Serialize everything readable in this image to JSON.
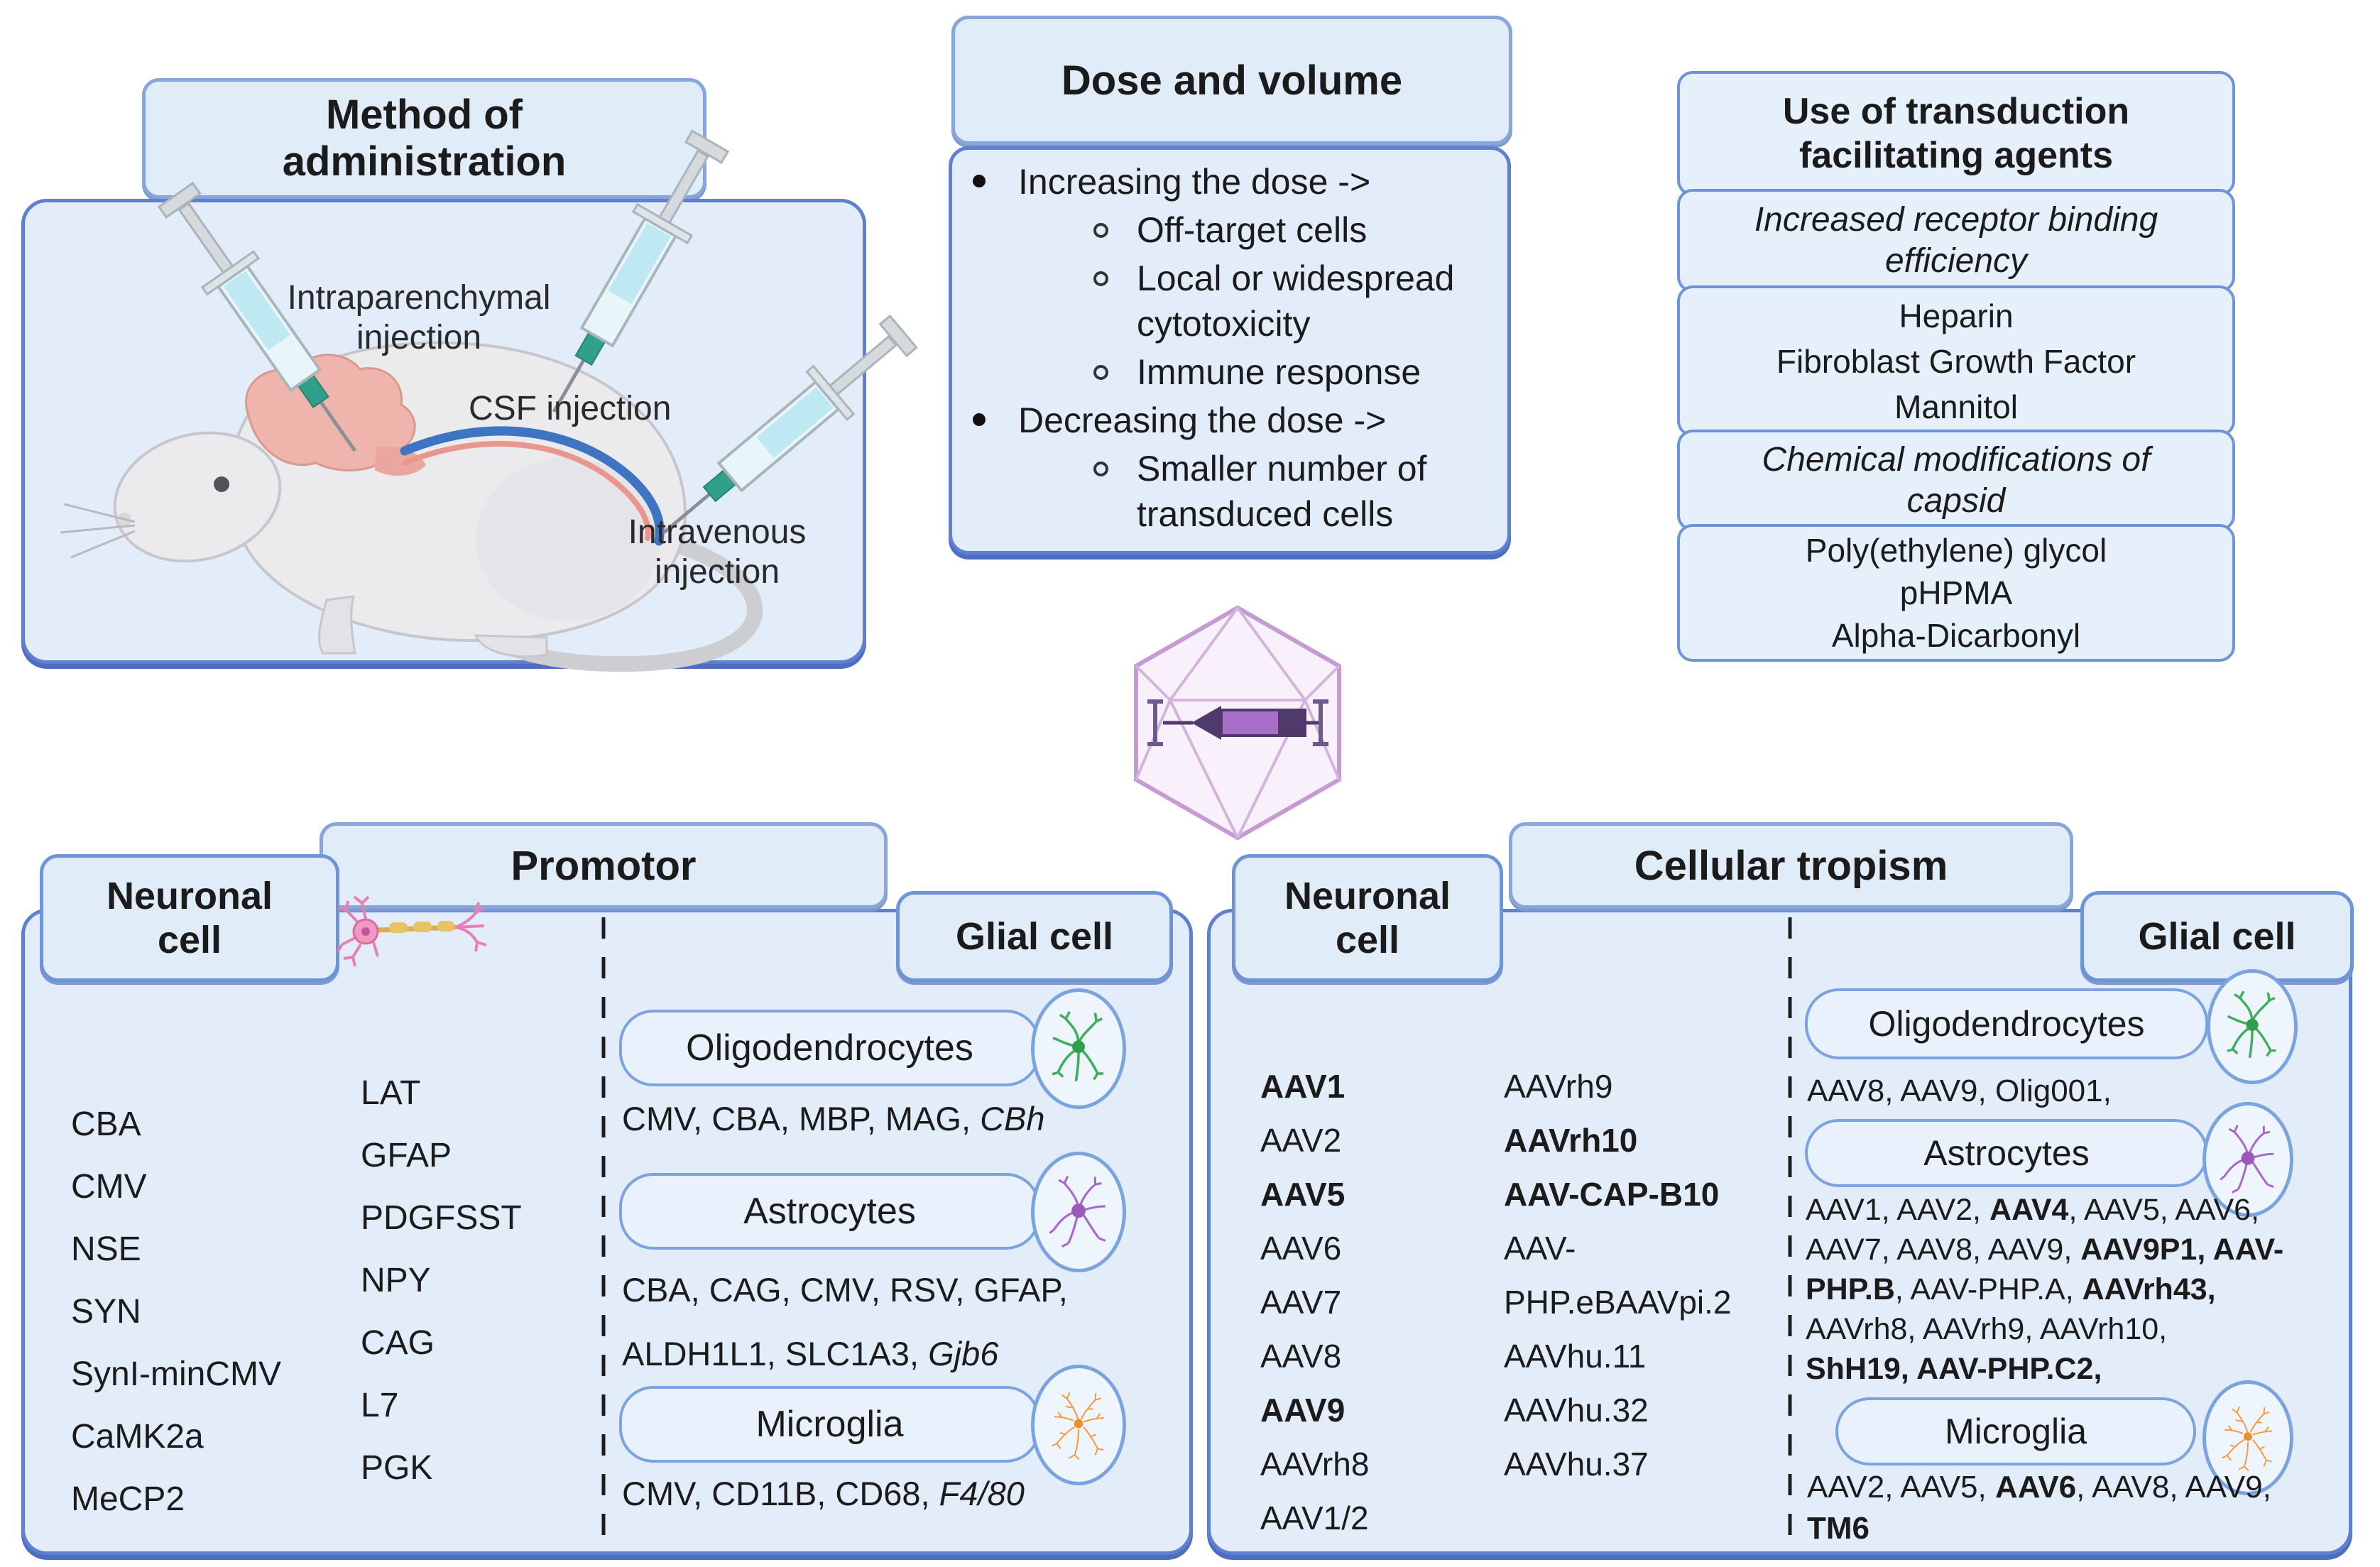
{
  "method_panel": {
    "title": "Method of\nadministration",
    "labels": {
      "intraparenchymal": "Intraparenchymal\ninjection",
      "csf": "CSF injection",
      "intravenous": "Intravenous\ninjection"
    }
  },
  "dose_panel": {
    "title": "Dose and volume",
    "bullets": [
      {
        "text": "Increasing the dose ->",
        "subs": [
          "Off-target cells",
          "Local or widespread cytotoxicity",
          "Immune response"
        ]
      },
      {
        "text": "Decreasing the dose ->",
        "subs": [
          "Smaller number of transduced cells"
        ]
      }
    ]
  },
  "agents_panel": {
    "title": "Use of transduction\nfacilitating agents",
    "sections": [
      {
        "header": "Increased receptor binding\nefficiency",
        "items": [
          "Heparin",
          "Fibroblast Growth Factor",
          "Mannitol"
        ]
      },
      {
        "header": "Chemical modifications of\ncapsid",
        "items": [
          "Poly(ethylene) glycol",
          "pHPMA",
          "Alpha-Dicarbonyl"
        ]
      }
    ]
  },
  "promoter_panel": {
    "title": "Promotor",
    "neuronal_tab": "Neuronal\ncell",
    "glial_tab": "Glial cell",
    "neuronal_col1": [
      "CBA",
      "CMV",
      "NSE",
      "SYN",
      "SynI-minCMV",
      "CaMK2a",
      "MeCP2"
    ],
    "neuronal_col2": [
      "LAT",
      "GFAP",
      "PDGFSST",
      "NPY",
      "CAG",
      "L7",
      "PGK"
    ],
    "oligodendrocytes": {
      "label": "Oligodendrocytes",
      "lines": [
        [
          {
            "t": "CMV, CBA, MBP, MAG, "
          },
          {
            "t": "CBh",
            "i": true
          }
        ]
      ]
    },
    "astrocytes": {
      "label": "Astrocytes",
      "lines": [
        [
          {
            "t": "CBA, CAG, CMV, RSV, GFAP,"
          }
        ],
        [
          {
            "t": "ALDH1L1, SLC1A3, "
          },
          {
            "t": "Gjb6",
            "i": true
          }
        ]
      ]
    },
    "microglia": {
      "label": "Microglia",
      "lines": [
        [
          {
            "t": "CMV, CD11B, CD68, "
          },
          {
            "t": "F4/80",
            "i": true
          }
        ]
      ]
    }
  },
  "tropism_panel": {
    "title": "Cellular tropism",
    "neuronal_tab": "Neuronal\ncell",
    "glial_tab": "Glial cell",
    "neuronal_col1": [
      {
        "t": "AAV1",
        "b": true
      },
      {
        "t": "AAV2"
      },
      {
        "t": "AAV5",
        "b": true
      },
      {
        "t": "AAV6"
      },
      {
        "t": "AAV7"
      },
      {
        "t": "AAV8"
      },
      {
        "t": "AAV9",
        "b": true
      },
      {
        "t": "AAVrh8"
      },
      {
        "t": "AAV1/2"
      }
    ],
    "neuronal_col2": [
      {
        "t": "AAVrh9"
      },
      {
        "t": "AAVrh10",
        "b": true
      },
      {
        "t": "AAV-CAP-B10",
        "b": true
      },
      {
        "t": "AAV-"
      },
      {
        "t": "PHP.eBAAVpi.2"
      },
      {
        "t": "AAVhu.11"
      },
      {
        "t": "AAVhu.32"
      },
      {
        "t": "AAVhu.37"
      }
    ],
    "oligodendrocytes": {
      "label": "Oligodendrocytes",
      "lines": [
        [
          {
            "t": "AAV8, AAV9, Olig001,"
          }
        ]
      ]
    },
    "astrocytes": {
      "label": "Astrocytes",
      "lines": [
        [
          {
            "t": "AAV1, AAV2, "
          },
          {
            "t": "AAV4",
            "b": true
          },
          {
            "t": ", AAV5, AAV6,"
          }
        ],
        [
          {
            "t": "AAV7, AAV8, AAV9, "
          },
          {
            "t": "AAV9P1, AAV-",
            "b": true
          }
        ],
        [
          {
            "t": "PHP.B",
            "b": true
          },
          {
            "t": ",  AAV-PHP.A, "
          },
          {
            "t": "AAVrh43,",
            "b": true
          }
        ],
        [
          {
            "t": "AAVrh8, AAVrh9, AAVrh10,"
          }
        ],
        [
          {
            "t": "ShH19, AAV-PHP.C2,",
            "b": true
          }
        ]
      ]
    },
    "microglia": {
      "label": "Microglia",
      "lines": [
        [
          {
            "t": "AAV2, AAV5, "
          },
          {
            "t": "AAV6",
            "b": true
          },
          {
            "t": ", AAV8, AAV9,"
          }
        ],
        [
          {
            "t": "TM6",
            "b": true
          }
        ]
      ]
    }
  },
  "icons": {
    "virus_capsid": "#c49bd3",
    "gene_cassette": "#a86fc9",
    "neuron": "#e87fb4",
    "oligodendrocyte": "#2f9e4f",
    "astrocyte": "#9b59c0",
    "microglia": "#f39a3a",
    "panel_border": "#5f7fd0",
    "panel_fill": "#e3edf9"
  }
}
